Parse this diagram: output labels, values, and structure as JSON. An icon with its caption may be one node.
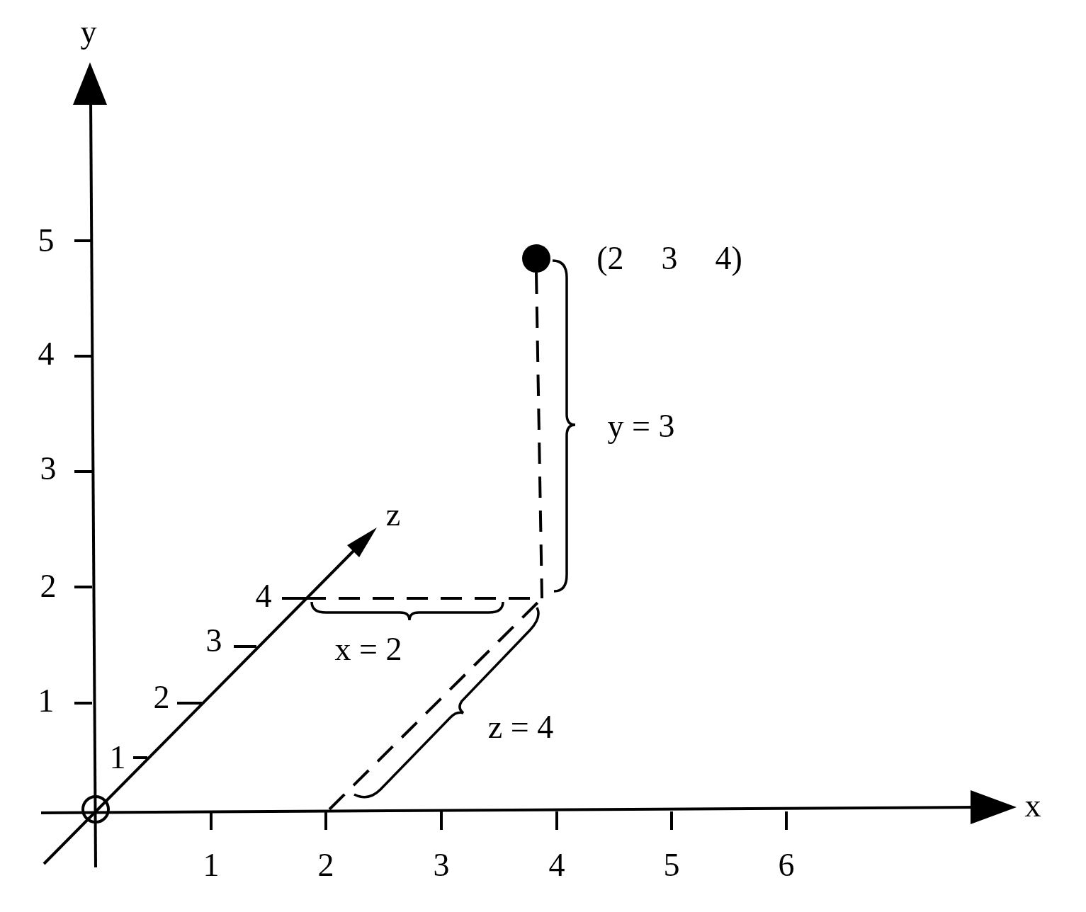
{
  "diagram": {
    "nodes": [
      {
        "text": [],
        "shape": "circle",
        "beside": [
          "(2 3 4)"
        ]
      }
    ],
    "labels": [
      "y",
      "5",
      "4",
      "y = 3",
      "3",
      "z",
      "2",
      "4",
      "3",
      "x = 2",
      "1",
      "2",
      "z = 4",
      "1",
      "x",
      "1",
      "2",
      "3",
      "4",
      "5",
      "6"
    ]
  }
}
